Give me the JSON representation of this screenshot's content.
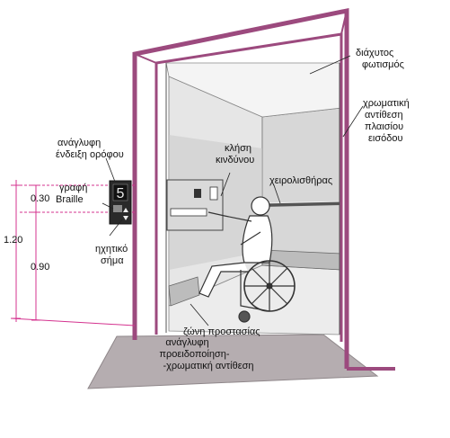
{
  "labels": {
    "diffuse_light_1": "διάχυτος",
    "diffuse_light_2": "φωτισμός",
    "contrast_1": "χρωματική",
    "contrast_2": "αντίθεση",
    "contrast_3": "πλαισίου",
    "contrast_4": "εισόδου",
    "handrail": "χειρολισθήρας",
    "emergency_1": "κλήση",
    "emergency_2": "κινδύνου",
    "floor_ind_1": "ανάγλυφη",
    "floor_ind_2": "ένδειξη ορόφου",
    "braille_1": "γραφή",
    "braille_2": "Braille",
    "audio_1": "ηχητικό",
    "audio_2": "σήμα",
    "kick_zone": "ζώνη προστασίας",
    "warning_1": "ανάγλυφη",
    "warning_2": "προειδοποίηση-",
    "warning_3": "-χρωματική αντίθεση"
  },
  "dimensions": {
    "d030": "0.30",
    "d120": "1.20",
    "d090": "0.90"
  },
  "panel": {
    "floor_number": "5"
  },
  "colors": {
    "frame": "#9c4a7e",
    "dimension_lines": "#d4338f",
    "ramp": "#b5adb0",
    "panel": "#2a2a2a",
    "wall_dark": "#c9c9c9",
    "wall_light": "#e3e3e3"
  }
}
